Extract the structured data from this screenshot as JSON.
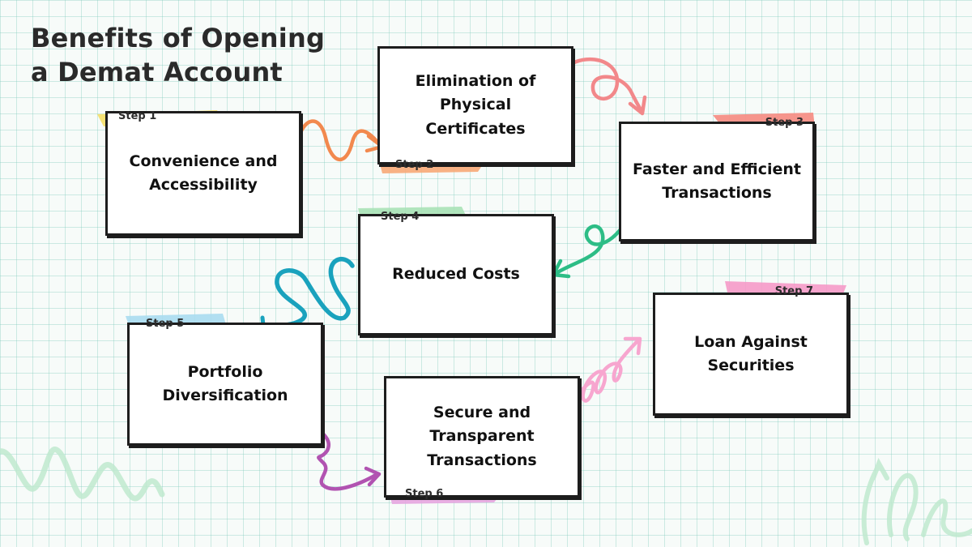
{
  "title": {
    "line1": "Benefits of Opening",
    "line2": "a Demat Account"
  },
  "steps": [
    {
      "label": "Step 1",
      "lines": [
        "Convenience and",
        "Accessibility"
      ],
      "color": "#f6e06e"
    },
    {
      "label": "Step 2",
      "lines": [
        "Elimination of Physical",
        "Certificates"
      ],
      "color": "#f7a877"
    },
    {
      "label": "Step 3",
      "lines": [
        "Faster and Efficient",
        "Transactions"
      ],
      "color": "#f58f86"
    },
    {
      "label": "Step 4",
      "lines": [
        "Reduced Costs"
      ],
      "color": "#a8e2b6"
    },
    {
      "label": "Step 5",
      "lines": [
        "Portfolio",
        "Diversification"
      ],
      "color": "#a9dcef"
    },
    {
      "label": "Step 6",
      "lines": [
        "Secure and",
        "Transparent",
        "Transactions"
      ],
      "color": "#e7a5e0"
    },
    {
      "label": "Step 7",
      "lines": [
        "Loan Against",
        "Securities"
      ],
      "color": "#f59ac8"
    }
  ],
  "arrow_colors": {
    "step1_to_2": "#f2894e",
    "step2_to_3": "#f2888a",
    "step3_to_4": "#2dbd86",
    "step4_to_5": "#1aa2bd",
    "step5_to_6": "#b153b1",
    "step6_to_7": "#f7a6cf"
  }
}
